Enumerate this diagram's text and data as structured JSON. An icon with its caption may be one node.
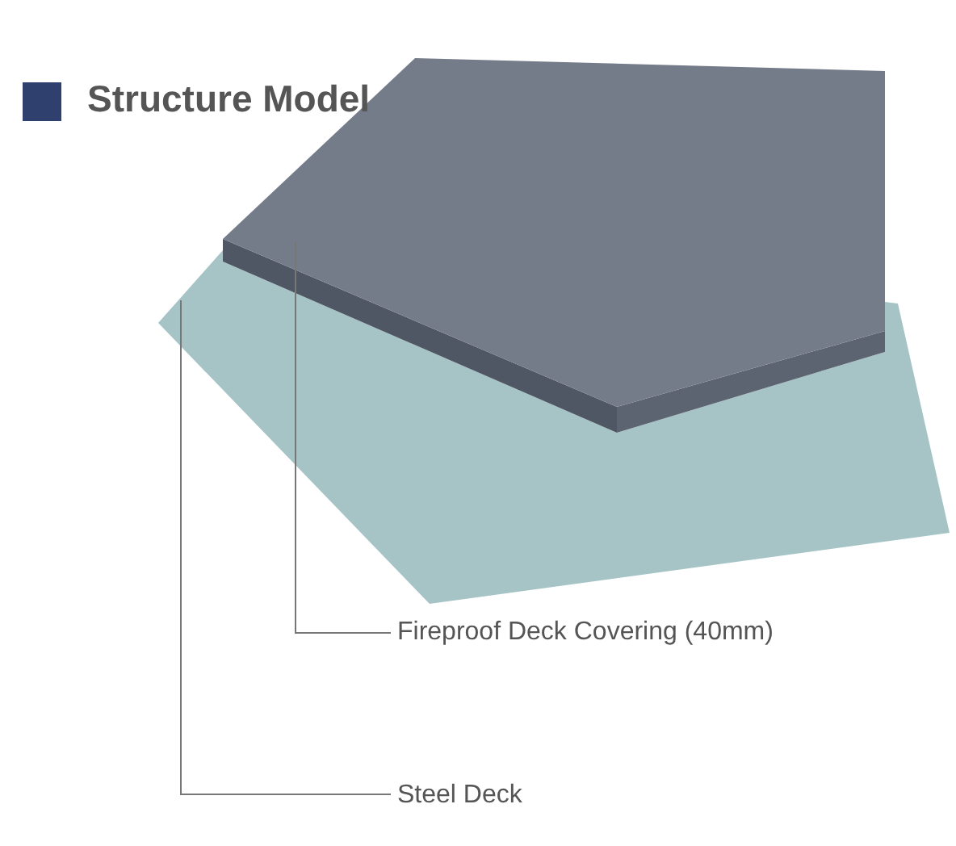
{
  "diagram": {
    "title": "Structure Model",
    "nodes": [
      {
        "text": [
          "Fireproof Deck Covering (40mm)"
        ]
      },
      {
        "text": [],
        "shape": "box"
      },
      {
        "text": [
          "Steel Deck"
        ]
      },
      {
        "text": [],
        "shape": "box"
      }
    ],
    "edges": [
      {
        "from": 0,
        "to": 1,
        "arrow": "none"
      },
      {
        "from": 2,
        "to": 3,
        "arrow": "none"
      }
    ]
  }
}
